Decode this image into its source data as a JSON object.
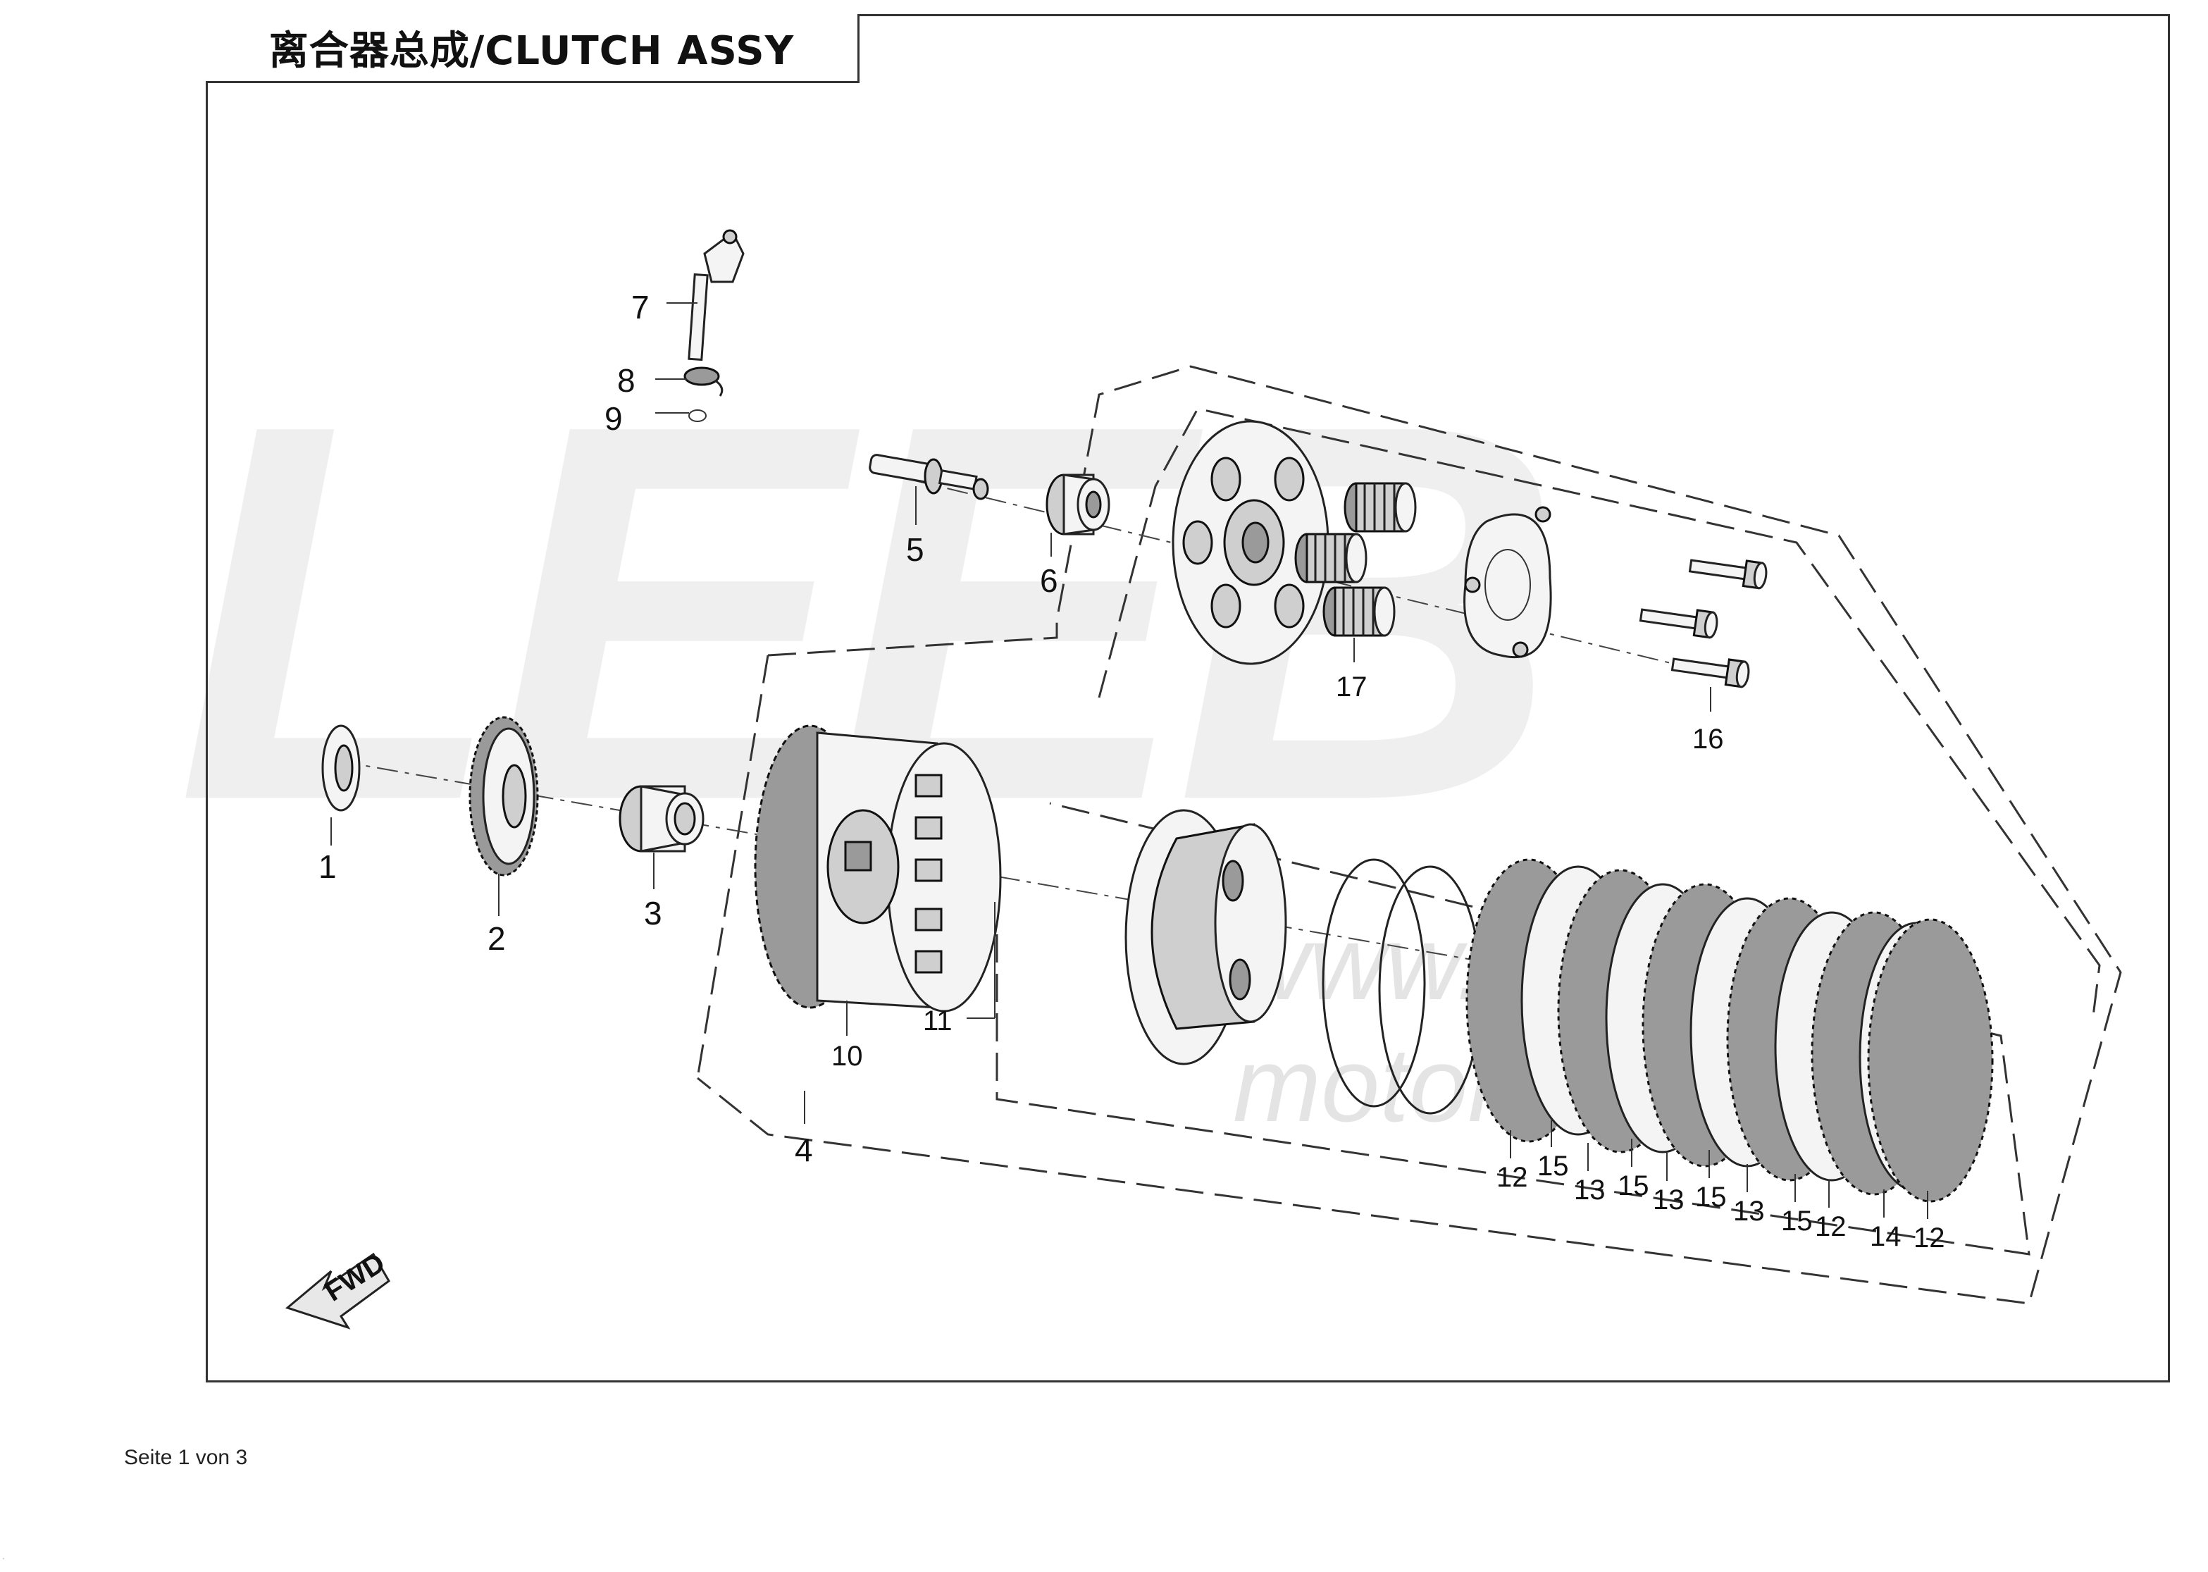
{
  "title": "离合器总成/CLUTCH ASSY",
  "watermark": {
    "brand": "LEEB",
    "url": "www.leeb-motor.com"
  },
  "fwd_label": "FWD",
  "footer": "Seite 1 von 3",
  "callouts": {
    "c1": "1",
    "c2": "2",
    "c3": "3",
    "c4": "4",
    "c5": "5",
    "c6": "6",
    "c7": "7",
    "c8": "8",
    "c9": "9",
    "c10": "10",
    "c11": "11",
    "c16": "16",
    "c17": "17",
    "plates": [
      "12",
      "15",
      "13",
      "15",
      "13",
      "15",
      "13",
      "15",
      "12",
      "14",
      "12"
    ]
  }
}
